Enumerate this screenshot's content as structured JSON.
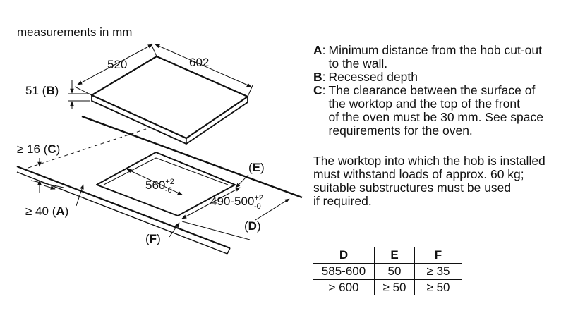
{
  "title": "measurements in mm",
  "dims": {
    "width_hob": "520",
    "depth_hob": "602",
    "recess_value": "51",
    "recess_key": "B",
    "clearance_value": "≥ 16",
    "clearance_key": "C",
    "wall_value": "≥ 40",
    "wall_key": "A",
    "cutout_width": "560",
    "cutout_width_tol_plus": "+2",
    "cutout_width_tol_minus": "-0",
    "cutout_depth": "490-500",
    "cutout_depth_tol_plus": "+2",
    "cutout_depth_tol_minus": "-0",
    "label_e": "E",
    "label_d": "D",
    "label_f": "F"
  },
  "notes": [
    {
      "key": "A",
      "text": "Minimum distance from the hob cut-out\nto the wall."
    },
    {
      "key": "B",
      "text": "Recessed depth"
    },
    {
      "key": "C",
      "text": "The clearance between the surface of\nthe worktop and the top of the front\nof the oven must be 30 mm. See space\nrequirements for the oven."
    }
  ],
  "worktop_note": "The worktop into which the hob is installed\nmust withstand loads of approx. 60 kg;\nsuitable substructures must be used\nif required.",
  "table": {
    "headers": [
      "D",
      "E",
      "F"
    ],
    "rows": [
      [
        "585-600",
        "50",
        "≥ 35"
      ],
      [
        "> 600",
        "≥ 50",
        "≥ 50"
      ]
    ]
  }
}
